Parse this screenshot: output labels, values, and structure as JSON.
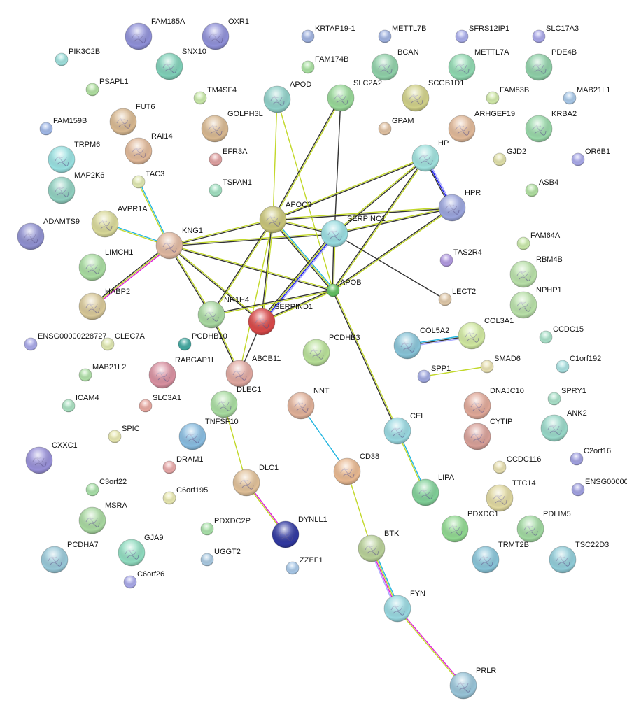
{
  "evidence_colors": {
    "textmining": "#c2d82a",
    "coexpression": "#333333",
    "database": "#22b5e0",
    "experiments": "#e020d8",
    "cooccurrence": "#1a1aee",
    "homology": "#a8a8ff"
  },
  "nodes": [
    {
      "label": "FAM185A",
      "color": "#8f90d8",
      "structure": true
    },
    {
      "label": "OXR1",
      "color": "#8f90d8",
      "structure": true
    },
    {
      "label": "PIK3C2B",
      "color": "#9ee0dc",
      "structure": false
    },
    {
      "label": "SNX10",
      "color": "#7fd0b8",
      "structure": true
    },
    {
      "label": "KRTAP19-1",
      "color": "#9fb2e0",
      "structure": false
    },
    {
      "label": "METTL7B",
      "color": "#9fb2e0",
      "structure": false
    },
    {
      "label": "SFRS12IP1",
      "color": "#a8acea",
      "structure": false
    },
    {
      "label": "SLC17A3",
      "color": "#a8a6e8",
      "structure": false
    },
    {
      "label": "FAM174B",
      "color": "#a8e0a0",
      "structure": false
    },
    {
      "label": "BCAN",
      "color": "#8fd0a8",
      "structure": true
    },
    {
      "label": "METTL7A",
      "color": "#8fd8b0",
      "structure": true
    },
    {
      "label": "PDE4B",
      "color": "#8fd0a8",
      "structure": true
    },
    {
      "label": "PSAPL1",
      "color": "#b0e0a0",
      "structure": false
    },
    {
      "label": "TM4SF4",
      "color": "#c8e8a8",
      "structure": false
    },
    {
      "label": "APOD",
      "color": "#8fd0c8",
      "structure": true
    },
    {
      "label": "SLC2A2",
      "color": "#98d898",
      "structure": true
    },
    {
      "label": "SCGB1D1",
      "color": "#d0d088",
      "structure": true
    },
    {
      "label": "FAM83B",
      "color": "#d0e8a8",
      "structure": false
    },
    {
      "label": "MAB21L1",
      "color": "#a8c8e8",
      "structure": false
    },
    {
      "label": "FAM159B",
      "color": "#a0b8e8",
      "structure": false
    },
    {
      "label": "FUT6",
      "color": "#d8b890",
      "structure": true
    },
    {
      "label": "GOLPH3L",
      "color": "#d8b890",
      "structure": true
    },
    {
      "label": "GPAM",
      "color": "#e0c0a0",
      "structure": false
    },
    {
      "label": "ARHGEF19",
      "color": "#e0b898",
      "structure": true
    },
    {
      "label": "KRBA2",
      "color": "#98d8a8",
      "structure": true
    },
    {
      "label": "TRPM6",
      "color": "#98e0e0",
      "structure": true
    },
    {
      "label": "RAI14",
      "color": "#e0b898",
      "structure": true
    },
    {
      "label": "EFR3A",
      "color": "#e0a0a0",
      "structure": false
    },
    {
      "label": "HP",
      "color": "#9ee0dc",
      "structure": true
    },
    {
      "label": "GJD2",
      "color": "#e0e0a8",
      "structure": false
    },
    {
      "label": "OR6B1",
      "color": "#a8a8e8",
      "structure": false
    },
    {
      "label": "MAP2K6",
      "color": "#90d0c0",
      "structure": true
    },
    {
      "label": "TAC3",
      "color": "#e0e8b0",
      "structure": false
    },
    {
      "label": "TSPAN1",
      "color": "#a0e0c0",
      "structure": false
    },
    {
      "label": "ASB4",
      "color": "#b0e0a0",
      "structure": false
    },
    {
      "label": "HPR",
      "color": "#9aa4dc",
      "structure": true
    },
    {
      "label": "AVPR1A",
      "color": "#d8d898",
      "structure": true
    },
    {
      "label": "ADAMTS9",
      "color": "#8f90d0",
      "structure": true
    },
    {
      "label": "APOC3",
      "color": "#c8c478",
      "structure": true
    },
    {
      "label": "SERPINC1",
      "color": "#98dce0",
      "structure": true
    },
    {
      "label": "KNG1",
      "color": "#e0b8a0",
      "structure": true
    },
    {
      "label": "FAM64A",
      "color": "#c8e8a8",
      "structure": false
    },
    {
      "label": "LIMCH1",
      "color": "#a8dca0",
      "structure": true
    },
    {
      "label": "TAS2R4",
      "color": "#b098e0",
      "structure": false
    },
    {
      "label": "RBM4B",
      "color": "#b8e0a8",
      "structure": true
    },
    {
      "label": "APOB",
      "color": "#60c060",
      "structure": false
    },
    {
      "label": "HABP2",
      "color": "#d8c898",
      "structure": true
    },
    {
      "label": "LECT2",
      "color": "#e0c8a8",
      "structure": false
    },
    {
      "label": "NPHP1",
      "color": "#b8e0a8",
      "structure": true
    },
    {
      "label": "NR1H4",
      "color": "#a8d8a0",
      "structure": true
    },
    {
      "label": "SERPIND1",
      "color": "#d84848",
      "structure": true
    },
    {
      "label": "ENSG00000228727",
      "color": "#a8a8e8",
      "structure": false
    },
    {
      "label": "CLEC7A",
      "color": "#e0e8b0",
      "structure": false
    },
    {
      "label": "PCDHB10",
      "color": "#40a8a0",
      "structure": false
    },
    {
      "label": "PCDHB3",
      "color": "#b8e098",
      "structure": true
    },
    {
      "label": "COL5A2",
      "color": "#88c4d8",
      "structure": true
    },
    {
      "label": "COL3A1",
      "color": "#d0e8a0",
      "structure": true
    },
    {
      "label": "CCDC15",
      "color": "#a8e0c8",
      "structure": false
    },
    {
      "label": "ABCB11",
      "color": "#e0a8a0",
      "structure": true
    },
    {
      "label": "RABGAP1L",
      "color": "#d890a0",
      "structure": true
    },
    {
      "label": "MAB21L2",
      "color": "#b0e0a8",
      "structure": false
    },
    {
      "label": "SPP1",
      "color": "#a0a8e0",
      "structure": false
    },
    {
      "label": "SMAD6",
      "color": "#e8e0b0",
      "structure": false
    },
    {
      "label": "C1orf192",
      "color": "#a8e0e0",
      "structure": false
    },
    {
      "label": "DLEC1",
      "color": "#a8dca0",
      "structure": true
    },
    {
      "label": "NNT",
      "color": "#e0b098",
      "structure": true
    },
    {
      "label": "ICAM4",
      "color": "#a8e0c0",
      "structure": false
    },
    {
      "label": "SLC3A1",
      "color": "#e8a8a0",
      "structure": false
    },
    {
      "label": "DNAJC10",
      "color": "#e0a898",
      "structure": true
    },
    {
      "label": "SPRY1",
      "color": "#a8e0c8",
      "structure": false
    },
    {
      "label": "ANK2",
      "color": "#98d8c8",
      "structure": true
    },
    {
      "label": "TNFSF10",
      "color": "#88bce0",
      "structure": true
    },
    {
      "label": "CEL",
      "color": "#98d8e0",
      "structure": true
    },
    {
      "label": "SPIC",
      "color": "#e8e8b0",
      "structure": false
    },
    {
      "label": "CYTIP",
      "color": "#d8a098",
      "structure": true
    },
    {
      "label": "C2orf16",
      "color": "#a0a0e0",
      "structure": false
    },
    {
      "label": "CXXC1",
      "color": "#9890d8",
      "structure": true
    },
    {
      "label": "CD38",
      "color": "#e8b890",
      "structure": true
    },
    {
      "label": "DRAM1",
      "color": "#e8a8a8",
      "structure": false
    },
    {
      "label": "CCDC116",
      "color": "#e8e0b0",
      "structure": false
    },
    {
      "label": "DLC1",
      "color": "#e0c098",
      "structure": true
    },
    {
      "label": "C3orf22",
      "color": "#a8e0a8",
      "structure": false
    },
    {
      "label": "C6orf195",
      "color": "#e8e8b0",
      "structure": false
    },
    {
      "label": "LIPA",
      "color": "#80d098",
      "structure": true
    },
    {
      "label": "ENSG00000",
      "color": "#a0a0e0",
      "structure": false
    },
    {
      "label": "TTC14",
      "color": "#e0d8a0",
      "structure": true
    },
    {
      "label": "MSRA",
      "color": "#a8d8a0",
      "structure": true
    },
    {
      "label": "PDXDC2P",
      "color": "#a8e0a8",
      "structure": false
    },
    {
      "label": "DYNLL1",
      "color": "#3038a0",
      "structure": true
    },
    {
      "label": "PDXDC1",
      "color": "#90d890",
      "structure": true
    },
    {
      "label": "PDLIM5",
      "color": "#a0d8a0",
      "structure": true
    },
    {
      "label": "BTK",
      "color": "#b8d098",
      "structure": true
    },
    {
      "label": "GJA9",
      "color": "#90dcc0",
      "structure": true
    },
    {
      "label": "PCDHA7",
      "color": "#98c8d8",
      "structure": true
    },
    {
      "label": "UGGT2",
      "color": "#a8c8e0",
      "structure": false
    },
    {
      "label": "ZZEF1",
      "color": "#a8c8e8",
      "structure": false
    },
    {
      "label": "TRMT2B",
      "color": "#88c4d8",
      "structure": true
    },
    {
      "label": "TSC22D3",
      "color": "#90ccd8",
      "structure": true
    },
    {
      "label": "C6orf26",
      "color": "#a8a8e8",
      "structure": false
    },
    {
      "label": "FYN",
      "color": "#98d8e0",
      "structure": true
    },
    {
      "label": "PRLR",
      "color": "#98c4d8",
      "structure": true
    }
  ],
  "edges": [
    {
      "a": "TAC3",
      "b": "KNG1",
      "evidence": [
        "database",
        "textmining"
      ]
    },
    {
      "a": "AVPR1A",
      "b": "KNG1",
      "evidence": [
        "database",
        "textmining"
      ]
    },
    {
      "a": "KNG1",
      "b": "HABP2",
      "evidence": [
        "experiments",
        "textmining",
        "coexpression"
      ]
    },
    {
      "a": "KNG1",
      "b": "APOC3",
      "evidence": [
        "textmining",
        "coexpression"
      ]
    },
    {
      "a": "KNG1",
      "b": "SERPINC1",
      "evidence": [
        "textmining",
        "coexpression"
      ]
    },
    {
      "a": "KNG1",
      "b": "APOB",
      "evidence": [
        "textmining",
        "coexpression"
      ]
    },
    {
      "a": "KNG1",
      "b": "SERPIND1",
      "evidence": [
        "textmining",
        "coexpression"
      ]
    },
    {
      "a": "KNG1",
      "b": "NR1H4",
      "evidence": [
        "textmining",
        "coexpression"
      ]
    },
    {
      "a": "APOD",
      "b": "APOC3",
      "evidence": [
        "textmining"
      ]
    },
    {
      "a": "APOD",
      "b": "APOB",
      "evidence": [
        "textmining"
      ]
    },
    {
      "a": "SLC2A2",
      "b": "APOC3",
      "evidence": [
        "textmining",
        "coexpression"
      ]
    },
    {
      "a": "SLC2A2",
      "b": "SERPINC1",
      "evidence": [
        "coexpression"
      ]
    },
    {
      "a": "APOC3",
      "b": "SERPINC1",
      "evidence": [
        "textmining",
        "coexpression"
      ]
    },
    {
      "a": "APOC3",
      "b": "APOB",
      "evidence": [
        "database",
        "textmining",
        "coexpression"
      ]
    },
    {
      "a": "APOC3",
      "b": "HP",
      "evidence": [
        "textmining",
        "coexpression"
      ]
    },
    {
      "a": "APOC3",
      "b": "HPR",
      "evidence": [
        "textmining",
        "coexpression"
      ]
    },
    {
      "a": "APOC3",
      "b": "SERPIND1",
      "evidence": [
        "textmining",
        "coexpression"
      ]
    },
    {
      "a": "APOC3",
      "b": "NR1H4",
      "evidence": [
        "textmining",
        "coexpression"
      ]
    },
    {
      "a": "APOC3",
      "b": "ABCB11",
      "evidence": [
        "textmining"
      ]
    },
    {
      "a": "SERPINC1",
      "b": "HP",
      "evidence": [
        "textmining",
        "coexpression"
      ]
    },
    {
      "a": "SERPINC1",
      "b": "HPR",
      "evidence": [
        "textmining",
        "coexpression"
      ]
    },
    {
      "a": "SERPINC1",
      "b": "APOB",
      "evidence": [
        "textmining",
        "coexpression"
      ]
    },
    {
      "a": "SERPINC1",
      "b": "SERPIND1",
      "evidence": [
        "homology",
        "cooccurrence",
        "textmining",
        "coexpression"
      ]
    },
    {
      "a": "SERPINC1",
      "b": "LECT2",
      "evidence": [
        "coexpression"
      ]
    },
    {
      "a": "HP",
      "b": "HPR",
      "evidence": [
        "homology",
        "cooccurrence",
        "coexpression"
      ]
    },
    {
      "a": "HP",
      "b": "APOB",
      "evidence": [
        "textmining",
        "coexpression"
      ]
    },
    {
      "a": "HPR",
      "b": "APOB",
      "evidence": [
        "textmining",
        "coexpression"
      ]
    },
    {
      "a": "APOB",
      "b": "SERPIND1",
      "evidence": [
        "textmining",
        "coexpression"
      ]
    },
    {
      "a": "APOB",
      "b": "NR1H4",
      "evidence": [
        "textmining",
        "coexpression"
      ]
    },
    {
      "a": "APOB",
      "b": "CEL",
      "evidence": [
        "textmining",
        "coexpression"
      ]
    },
    {
      "a": "NR1H4",
      "b": "ABCB11",
      "evidence": [
        "textmining",
        "coexpression"
      ]
    },
    {
      "a": "SERPIND1",
      "b": "ABCB11",
      "evidence": [
        "coexpression"
      ]
    },
    {
      "a": "COL5A2",
      "b": "COL3A1",
      "evidence": [
        "database",
        "coexpression",
        "homology"
      ]
    },
    {
      "a": "SPP1",
      "b": "SMAD6",
      "evidence": [
        "textmining"
      ]
    },
    {
      "a": "DLEC1",
      "b": "DLC1",
      "evidence": [
        "textmining"
      ]
    },
    {
      "a": "DLC1",
      "b": "DYNLL1",
      "evidence": [
        "experiments",
        "textmining"
      ]
    },
    {
      "a": "NNT",
      "b": "CD38",
      "evidence": [
        "database"
      ]
    },
    {
      "a": "CD38",
      "b": "BTK",
      "evidence": [
        "textmining"
      ]
    },
    {
      "a": "CEL",
      "b": "LIPA",
      "evidence": [
        "database",
        "textmining"
      ]
    },
    {
      "a": "BTK",
      "b": "FYN",
      "evidence": [
        "database",
        "textmining",
        "experiments",
        "homology"
      ]
    },
    {
      "a": "FYN",
      "b": "PRLR",
      "evidence": [
        "experiments",
        "textmining"
      ]
    }
  ]
}
